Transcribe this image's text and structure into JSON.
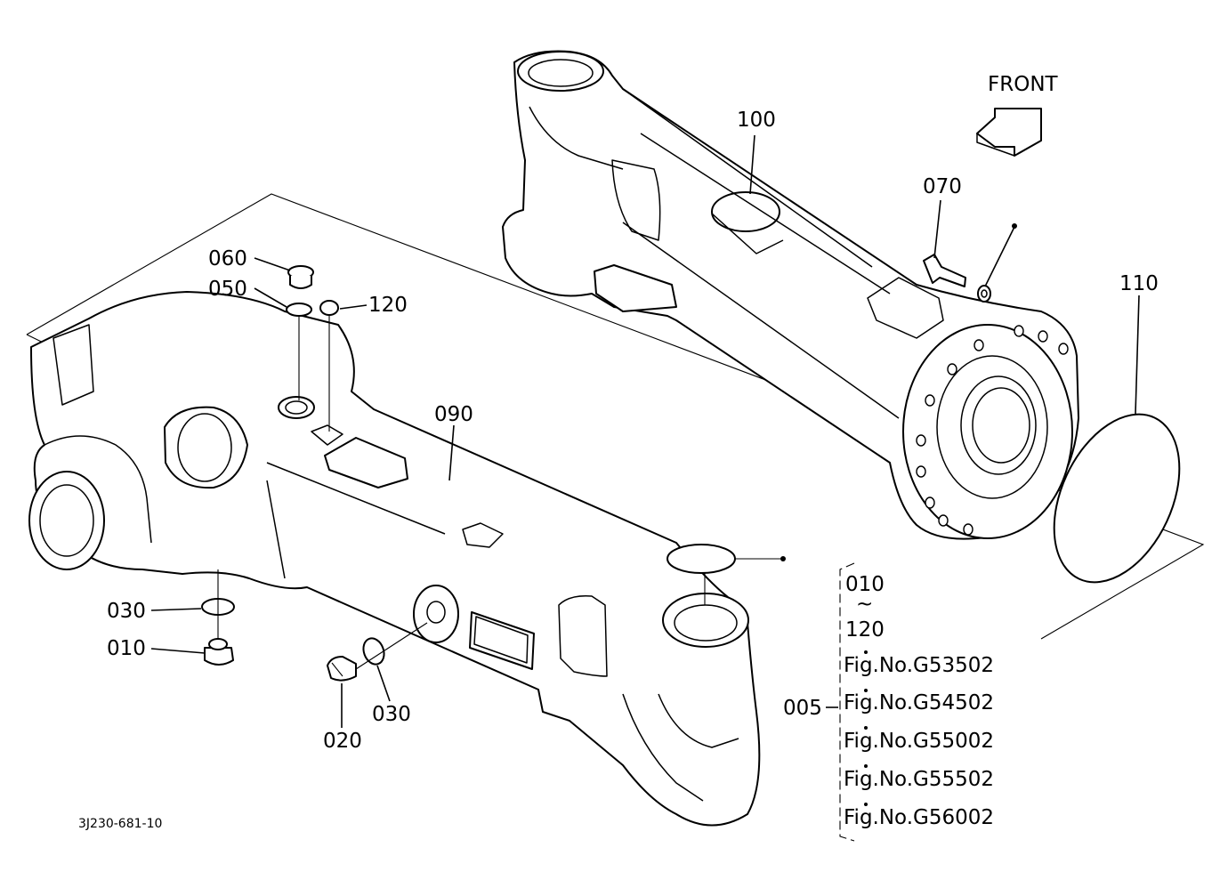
{
  "orientation": {
    "label": "FRONT"
  },
  "drawing_code": "3J230-681-10",
  "callouts": {
    "p060": "060",
    "p050": "050",
    "p120": "120",
    "p090": "090",
    "p100": "100",
    "p070": "070",
    "p110": "110",
    "p030a": "030",
    "p010": "010",
    "p020": "020",
    "p030b": "030",
    "p005": "005"
  },
  "assembly_group": {
    "range_start": "010",
    "range_tilde": "~",
    "range_end": "120",
    "figures": [
      "Fig.No.G53502",
      "Fig.No.G54502",
      "Fig.No.G55002",
      "Fig.No.G55502",
      "Fig.No.G56002"
    ]
  }
}
